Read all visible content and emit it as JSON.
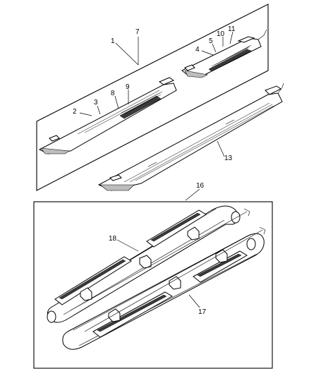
{
  "diagram": {
    "upper_panel": {
      "callouts": [
        "1",
        "7",
        "2",
        "3",
        "8",
        "9",
        "4",
        "5",
        "10",
        "11",
        "13"
      ]
    },
    "group_label": "16",
    "lower_panel": {
      "callouts": [
        "18",
        "17"
      ]
    }
  }
}
